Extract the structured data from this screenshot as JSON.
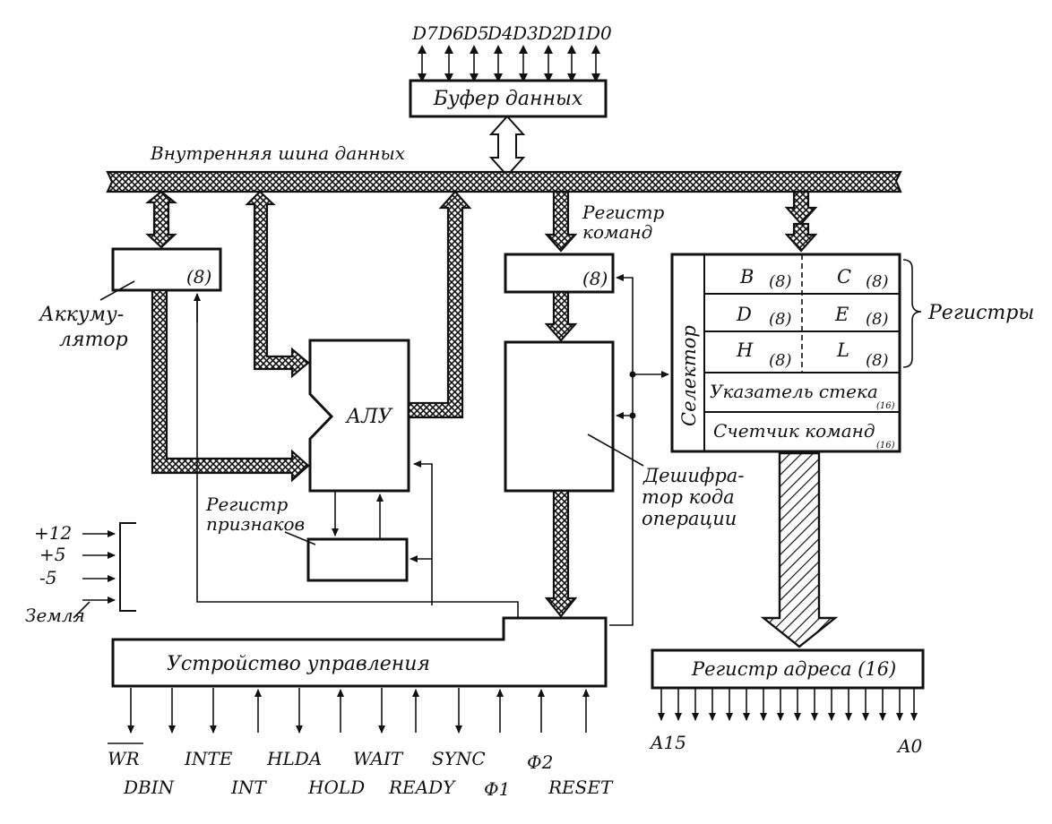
{
  "data_pins": [
    "D7",
    "D6",
    "D5",
    "D4",
    "D3",
    "D2",
    "D1",
    "D0"
  ],
  "data_buffer": "Буфер данных",
  "internal_bus": "Внутренняя шина данных",
  "accumulator": {
    "label_line1": "Аккуму-",
    "label_line2": "лятор",
    "width": "(8)"
  },
  "alu": "АЛУ",
  "flags_register": {
    "line1": "Регистр",
    "line2": "признаков"
  },
  "instruction_register": {
    "line1": "Регистр",
    "line2": "команд",
    "width": "(8)"
  },
  "decoder": {
    "line1": "Дешифра-",
    "line2": "тор кода",
    "line3": "операции"
  },
  "selector": "Селектор",
  "registers_label": "Регистры",
  "register_pairs": [
    {
      "left": "B",
      "left_width": "(8)",
      "right": "C",
      "right_width": "(8)"
    },
    {
      "left": "D",
      "left_width": "(8)",
      "right": "E",
      "right_width": "(8)"
    },
    {
      "left": "H",
      "left_width": "(8)",
      "right": "L",
      "right_width": "(8)"
    }
  ],
  "stack_pointer": {
    "label": "Указатель стека",
    "width": "(16)"
  },
  "program_counter": {
    "label": "Счетчик команд",
    "width": "(16)"
  },
  "address_register": "Регистр адреса (16)",
  "address_lines": {
    "high": "A15",
    "low": "A0"
  },
  "power": [
    "+12",
    "+5",
    "-5"
  ],
  "ground": "Земля",
  "control_unit": "Устройство управления",
  "control_signals_top": [
    "WR",
    "INTE",
    "HLDA",
    "WAIT",
    "SYNC",
    "Ф2"
  ],
  "control_signals_bottom": [
    "DBIN",
    "INT",
    "HOLD",
    "READY",
    "Ф1",
    "RESET"
  ]
}
